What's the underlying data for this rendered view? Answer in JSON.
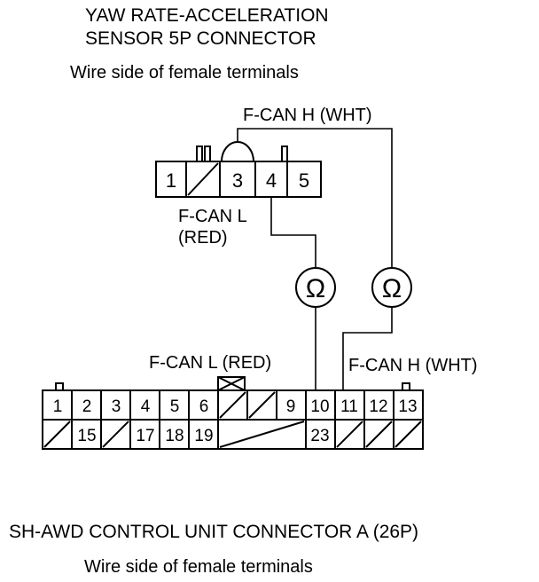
{
  "top_connector": {
    "title_line1": "YAW RATE-ACCELERATION",
    "title_line2": "SENSOR 5P CONNECTOR",
    "subtitle": "Wire side of female terminals",
    "terminals": [
      "1",
      "",
      "3",
      "4",
      "5"
    ]
  },
  "bottom_connector": {
    "title": "SH-AWD CONTROL UNIT CONNECTOR A (26P)",
    "subtitle": "Wire side of female terminals",
    "row1": [
      "1",
      "2",
      "3",
      "4",
      "5",
      "6",
      "",
      "",
      "9",
      "10",
      "11",
      "12",
      "13"
    ],
    "row2": [
      "",
      "15",
      "",
      "17",
      "18",
      "19",
      "",
      "23",
      "",
      ""
    ]
  },
  "wire_labels": {
    "fcan_h_top": "F-CAN H (WHT)",
    "fcan_l_top_line1": "F-CAN L",
    "fcan_l_top_line2": "(RED)",
    "fcan_l_bottom": "F-CAN L (RED)",
    "fcan_h_bottom": "F-CAN H (WHT)"
  },
  "meters": {
    "symbol": "Ω"
  }
}
